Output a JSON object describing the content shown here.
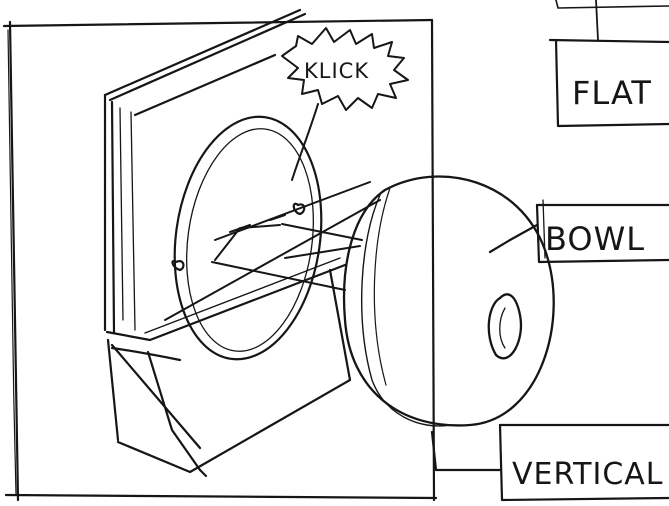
{
  "labels": {
    "click": "KLICK",
    "flat": "FLAT",
    "bowl": "BOWL",
    "vertical": "VERTICAL"
  }
}
